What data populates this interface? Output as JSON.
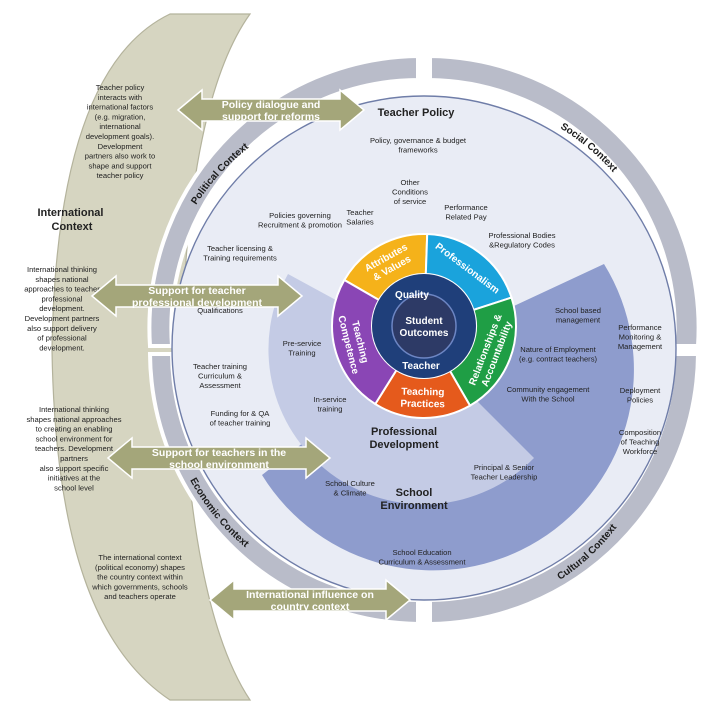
{
  "international": {
    "title": "International Context",
    "notes": [
      [
        "Teacher policy",
        "interacts with",
        "international factors",
        "(e.g. migration,",
        "international",
        "development goals).",
        "Development",
        "partners also work to",
        "shape and support",
        "teacher policy"
      ],
      [
        "International thinking",
        "shapes national",
        "approaches to teacher",
        "professional",
        "development.",
        "Development partners",
        "also support delivery",
        "of professional",
        "development."
      ],
      [
        "International thinking",
        "shapes national approaches",
        "to creating an enabling",
        "school environment for",
        "teachers.  Development",
        "partners",
        "also support specific",
        "initiatives at the",
        "school level"
      ],
      [
        "The international context",
        "(political economy) shapes",
        "the country context within",
        "which governments, schools",
        "and teachers operate"
      ]
    ]
  },
  "arrows": [
    [
      "Policy dialogue and",
      "support for reforms"
    ],
    [
      "Support for teacher",
      "professional development"
    ],
    [
      "Support for teachers in the",
      "school environment"
    ],
    [
      "International influence on",
      "country context"
    ]
  ],
  "contexts": {
    "political": "Political Context",
    "social": "Social Context",
    "economic": "Economic Context",
    "cultural": "Cultural Context"
  },
  "teacher_policy": {
    "title": "Teacher Policy",
    "items": [
      [
        "Policy, governance & budget",
        "frameworks"
      ],
      [
        "Other",
        "Conditions",
        "of service"
      ],
      [
        "Teacher",
        "Salaries"
      ],
      [
        "Performance",
        "Related Pay"
      ],
      [
        "Policies governing",
        "Recruitment & promotion"
      ],
      [
        "Professional Bodies",
        "&Regulatory Codes"
      ],
      [
        "Teacher licensing &",
        "Training requirements"
      ],
      [
        "Qualifications"
      ],
      [
        "Teacher training",
        "Curriculum &",
        "Assessment"
      ],
      [
        "Funding for & QA",
        "of teacher training"
      ],
      [
        "School Education",
        "Curriculum & Assessment"
      ]
    ],
    "right_items": [
      [
        "Performance",
        "Monitoring &",
        "Management"
      ],
      [
        "Deployment",
        "Policies"
      ],
      [
        "Composition",
        "of Teaching",
        "Workforce"
      ]
    ]
  },
  "professional_development": {
    "title": [
      "Professional",
      "Development"
    ],
    "items": [
      [
        "Pre-service",
        "Training"
      ],
      [
        "In-service",
        "training"
      ]
    ]
  },
  "school_environment": {
    "title": [
      "School",
      "Environment"
    ],
    "items": [
      [
        "School based",
        "management"
      ],
      [
        "Nature of Employment",
        "(e.g. contract teachers)"
      ],
      [
        "Community engagement",
        "With the School"
      ],
      [
        "Principal & Senior",
        "Teacher Leadership"
      ],
      [
        "School Culture",
        "& Climate"
      ]
    ]
  },
  "core": {
    "segments": [
      {
        "label": [
          "Attributes",
          "& Values"
        ],
        "color": "#f5b21a"
      },
      {
        "label": [
          "Professionalism"
        ],
        "color": "#1aa3dc"
      },
      {
        "label": [
          "Relationships &",
          "Accountability"
        ],
        "color": "#1f9e45"
      },
      {
        "label": [
          "Teaching",
          "Practices"
        ],
        "color": "#e55a1c"
      },
      {
        "label": [
          "Teaching",
          "Competence"
        ],
        "color": "#8a46b5"
      }
    ],
    "quality": "Quality",
    "teacher": "Teacher",
    "center": [
      "Student",
      "Outcomes"
    ]
  },
  "colors": {
    "outer_ring": "#b9bcc9",
    "inner_disc": "#e9ecf5",
    "school_band": "#8e9ccd",
    "pd_band": "#c4cbe5",
    "arrow": "#a4a67a",
    "intl": "#d6d5c1",
    "core_ring": "#1f3f7a",
    "center": "#2d3a66"
  }
}
